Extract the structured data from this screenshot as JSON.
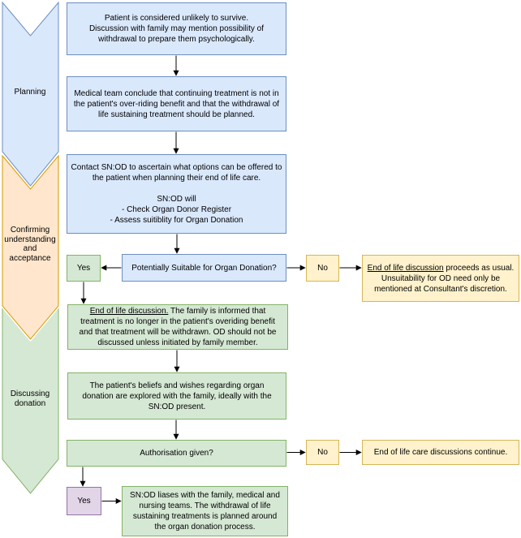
{
  "colors": {
    "blue-fill": "#dae8fc",
    "blue-stroke": "#6c8ebf",
    "green-fill": "#d5e8d4",
    "green-stroke": "#82b366",
    "orange-fill": "#ffe6cc",
    "orange-stroke": "#d79b00",
    "yellow-fill": "#fff2cc",
    "yellow-stroke": "#d6b656",
    "purple-fill": "#e1d5e7",
    "purple-stroke": "#9673a6",
    "arrow": "#000000"
  },
  "phases": {
    "planning": {
      "label": "Planning"
    },
    "confirming": {
      "label": "Confirming\nunderstanding\nand\nacceptance"
    },
    "discussing": {
      "label": "Discussing\ndonation"
    }
  },
  "nodes": {
    "unlikely_survive": {
      "text": "Patient is considered unlikely to survive.\nDiscussion with family may mention possibility of\nwithdrawal to prepare them psychologically."
    },
    "medical_team": {
      "text": "Medical team conclude that continuing treatment is not in\nthe patient's over-riding benefit and that the withdrawal of\nlife sustaining treatment should be planned."
    },
    "contact_snod": {
      "text": "Contact SN:OD to ascertain what options can be offered to\nthe patient when planning their end of life care.\n\nSN:OD will\n- Check Organ Donor Register\n- Assess suitiblity for Organ Donation"
    },
    "suitable_decision": {
      "text": "Potentially Suitable for Organ Donation?"
    },
    "suitable_yes": {
      "text": "Yes"
    },
    "suitable_no": {
      "text": "No"
    },
    "unsuitable_result": {
      "lead": "End of life discussion",
      "rest": " proceeds as usual.\nUnsuitability for OD need only be\nmentioned at Consultant's discretion."
    },
    "eol_discussion": {
      "lead": "End of life discussion.",
      "rest": " The family is informed that\ntreatment is no longer in the patient's overiding benefit\nand that treatment will be withdrawn. OD should not be\ndiscussed unless initiated by family member."
    },
    "beliefs_explored": {
      "text": "The patient's beliefs and wishes regarding organ\ndonation are explored with the family, ideally with the\nSN:OD present."
    },
    "authorisation_decision": {
      "text": "Authorisation given?"
    },
    "authorisation_no": {
      "text": "No"
    },
    "eol_continue_result": {
      "text": "End of life care discussions continue."
    },
    "authorisation_yes": {
      "text": "Yes"
    },
    "snod_liaises": {
      "text": "SN:OD liases with the family, medical and\nnursing teams. The withdrawal of life\nsustaining treatments is planned around\nthe organ donation process."
    }
  }
}
